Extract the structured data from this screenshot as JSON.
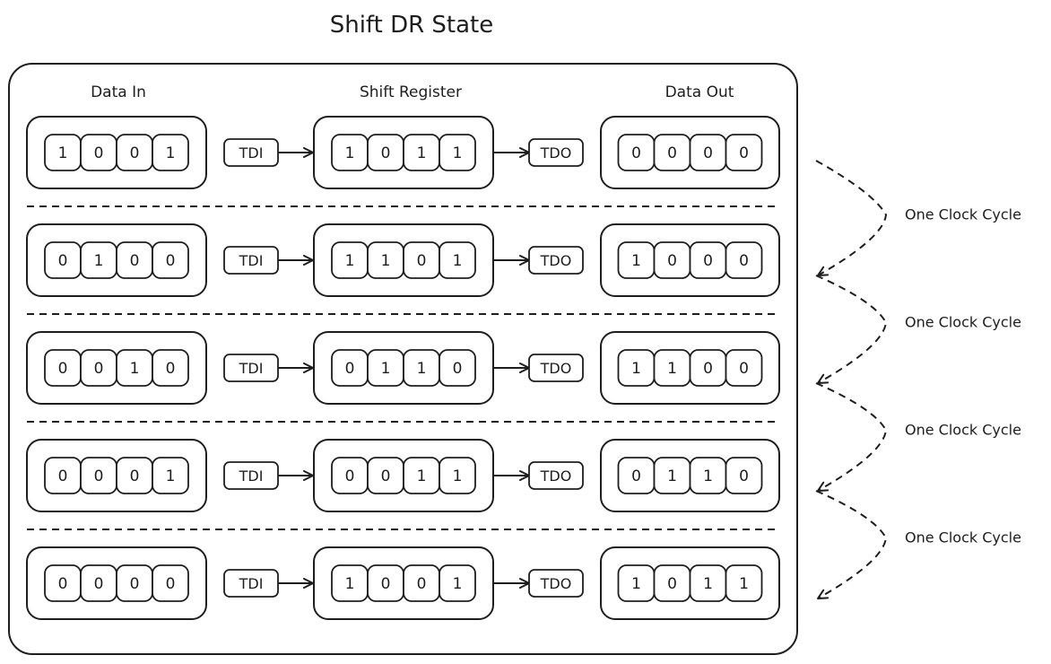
{
  "title": "Shift DR State",
  "columns": {
    "data_in": "Data In",
    "shift_register": "Shift Register",
    "data_out": "Data Out"
  },
  "connectors": {
    "tdi": "TDI",
    "tdo": "TDO"
  },
  "clock_label": "One Clock Cycle",
  "rows": [
    {
      "data_in": [
        "1",
        "0",
        "0",
        "1"
      ],
      "shift_register": [
        "1",
        "0",
        "1",
        "1"
      ],
      "data_out": [
        "0",
        "0",
        "0",
        "0"
      ]
    },
    {
      "data_in": [
        "0",
        "1",
        "0",
        "0"
      ],
      "shift_register": [
        "1",
        "1",
        "0",
        "1"
      ],
      "data_out": [
        "1",
        "0",
        "0",
        "0"
      ]
    },
    {
      "data_in": [
        "0",
        "0",
        "1",
        "0"
      ],
      "shift_register": [
        "0",
        "1",
        "1",
        "0"
      ],
      "data_out": [
        "1",
        "1",
        "0",
        "0"
      ]
    },
    {
      "data_in": [
        "0",
        "0",
        "0",
        "1"
      ],
      "shift_register": [
        "0",
        "0",
        "1",
        "1"
      ],
      "data_out": [
        "0",
        "1",
        "1",
        "0"
      ]
    },
    {
      "data_in": [
        "0",
        "0",
        "0",
        "0"
      ],
      "shift_register": [
        "1",
        "0",
        "0",
        "1"
      ],
      "data_out": [
        "1",
        "0",
        "1",
        "1"
      ]
    }
  ],
  "clock_transitions": [
    {
      "from_row": 1,
      "to_row": 2,
      "label": "One Clock Cycle"
    },
    {
      "from_row": 2,
      "to_row": 3,
      "label": "One Clock Cycle"
    },
    {
      "from_row": 3,
      "to_row": 4,
      "label": "One Clock Cycle"
    },
    {
      "from_row": 4,
      "to_row": 5,
      "label": "One Clock Cycle"
    }
  ]
}
